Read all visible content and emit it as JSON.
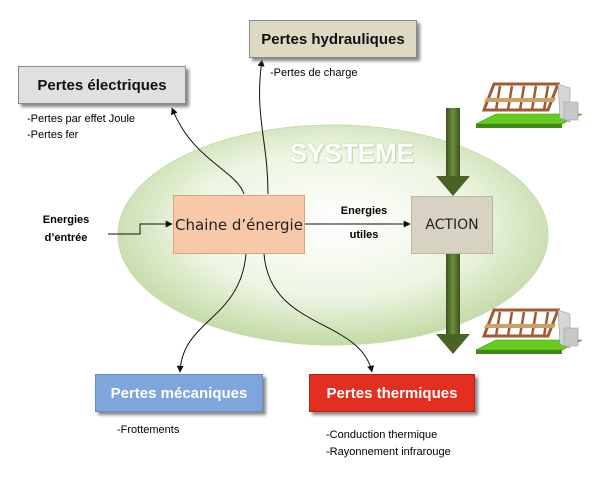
{
  "diagram": {
    "system_label": "SYSTEME",
    "energy_chain": "Chaine d’énergie",
    "action": "ACTION",
    "input": {
      "line1": "Energies",
      "line2": "d’entrée"
    },
    "useful": {
      "line1": "Energies",
      "line2": "utiles"
    },
    "losses": {
      "electrical": {
        "title": "Pertes électriques",
        "items": [
          "-Pertes par effet Joule",
          "-Pertes fer"
        ]
      },
      "hydraulic": {
        "title": "Pertes hydrauliques",
        "items": [
          "-Pertes de charge"
        ]
      },
      "mechanical": {
        "title": "Pertes mécaniques",
        "items": [
          "-Frottements"
        ]
      },
      "thermal": {
        "title": "Pertes thermiques",
        "items": [
          "-Conduction thermique",
          "-Rayonnement infrarouge"
        ]
      }
    }
  },
  "colors": {
    "ellipse_fill": "#d9e8c4",
    "energy_chain_fill": "#f8c9a9",
    "action_fill": "#d8d2c2",
    "electrical_fill": "#e0e0e0",
    "hydraulic_fill": "#ddd9c3",
    "mechanical_fill": "#7ea6dc",
    "thermal_fill": "#e22f1f",
    "big_arrow": "#4a6324",
    "gate_frame": "#b06a40",
    "gate_base": "#66cc22"
  },
  "icons": [
    "sliding-gate-icon"
  ]
}
